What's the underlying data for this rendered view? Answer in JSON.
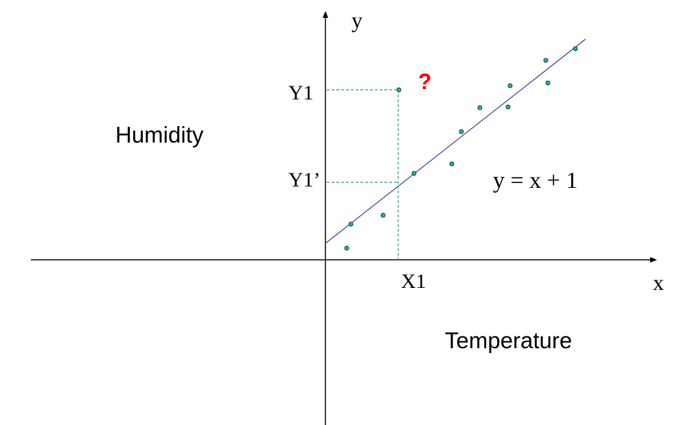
{
  "labels": {
    "y_axis": "y",
    "x_axis": "x",
    "y1": "Y1",
    "y1_prime": "Y1’",
    "x1": "X1",
    "question": "?",
    "humidity": "Humidity",
    "temperature": "Temperature",
    "equation": "y = x + 1"
  },
  "colors": {
    "axis": "#000000",
    "regression_line": "#333399",
    "dashed_guide": "#2e8b7a",
    "point_fill": "#21b895",
    "point_stroke": "#1a3a33",
    "question_mark": "#ff0000"
  }
}
